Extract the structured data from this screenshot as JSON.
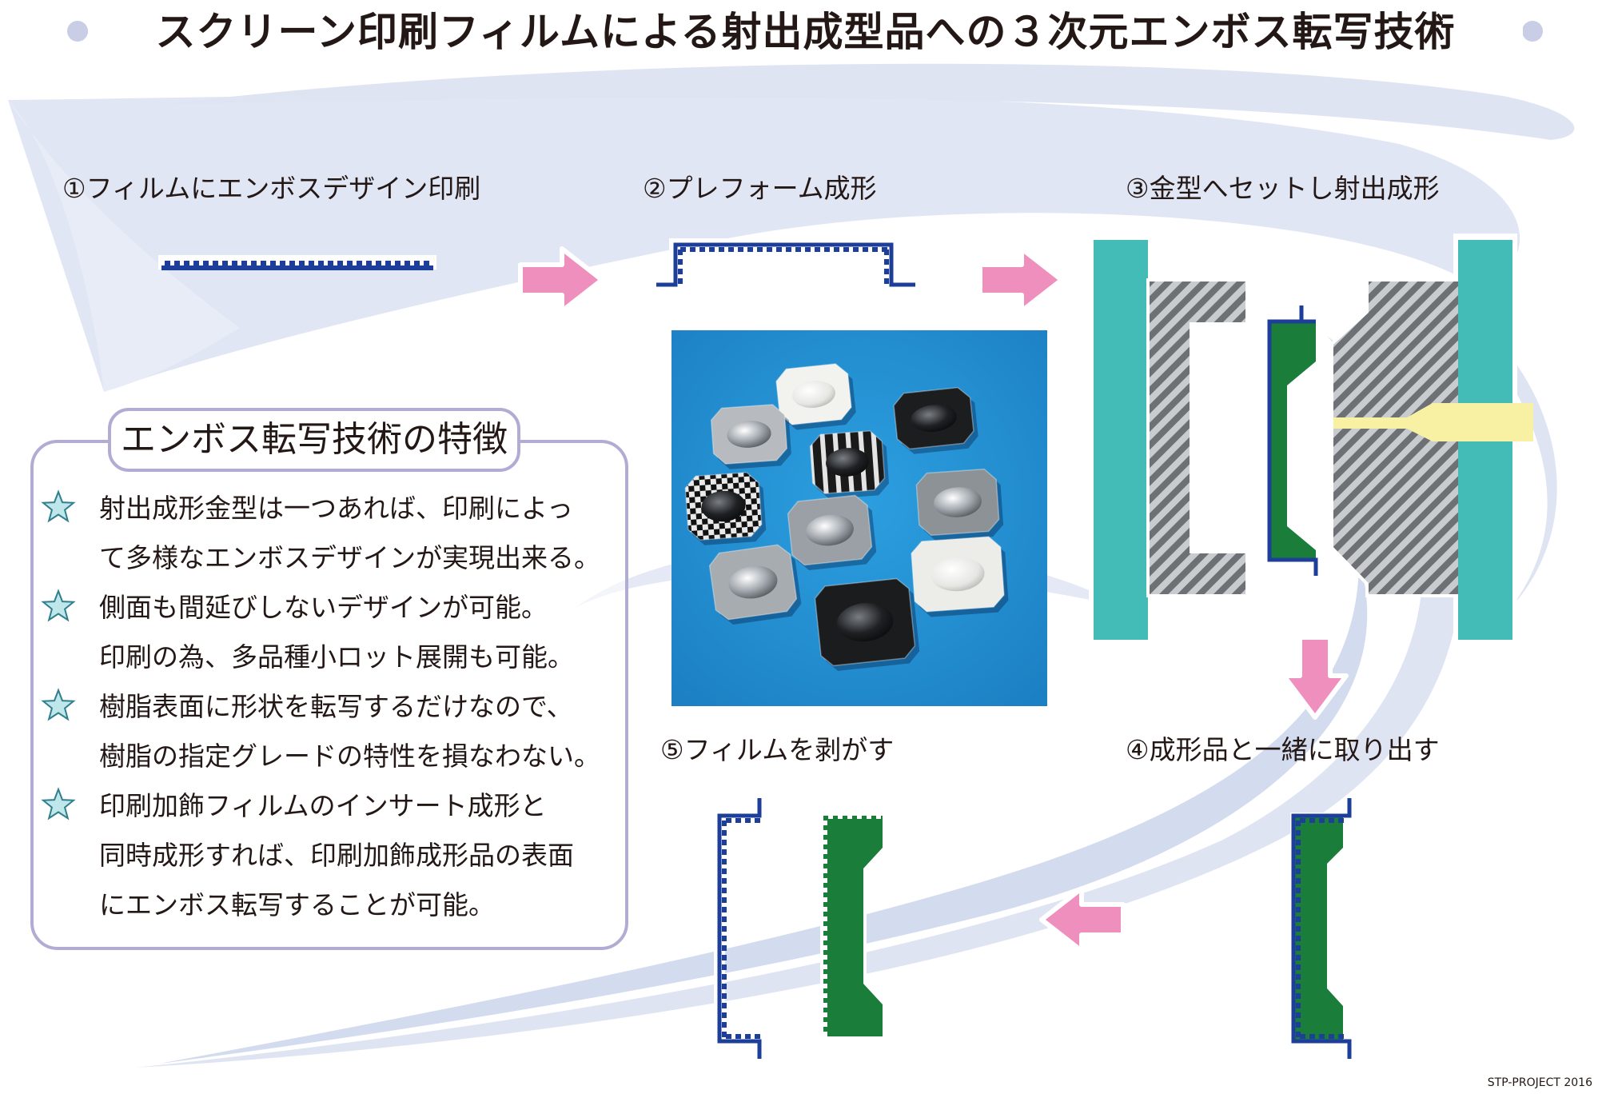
{
  "title": "スクリーン印刷フィルムによる射出成型品への３次元エンボス転写技術",
  "steps": [
    {
      "label": "①フィルムにエンボスデザイン印刷"
    },
    {
      "label": "②プレフォーム成形"
    },
    {
      "label": "③金型へセットし射出成形"
    },
    {
      "label": "④成形品と一緒に取り出す"
    },
    {
      "label": "⑤フィルムを剥がす"
    }
  ],
  "features": {
    "title": "エンボス転写技術の特徴",
    "items": [
      {
        "lines": [
          "射出成形金型は一つあれば、印刷によっ",
          "て多様なエンボスデザインが実現出来る。"
        ]
      },
      {
        "lines": [
          "側面も間延びしないデザインが可能。",
          "印刷の為、多品種小ロット展開も可能。"
        ]
      },
      {
        "lines": [
          "樹脂表面に形状を転写するだけなので、",
          "樹脂の指定グレードの特性を損なわない。"
        ]
      },
      {
        "lines": [
          "印刷加飾フィルムのインサート成形と",
          "同時成形すれば、印刷加飾成形品の表面",
          "にエンボス転写することが可能。"
        ]
      }
    ]
  },
  "credit": "STP-PROJECT 2016",
  "colors": {
    "film_blue": "#1d3f9a",
    "arrow_pink": "#ef8fbd",
    "mold_teal": "#43bcb8",
    "resin_green": "#1a7d3a",
    "nozzle_yellow": "#f8f1a4",
    "swoosh": "#dfe4f3",
    "box_border": "#b1acd3",
    "photo_bg": "#1f8ed3"
  },
  "icons": {
    "bullet": "star-icon"
  }
}
